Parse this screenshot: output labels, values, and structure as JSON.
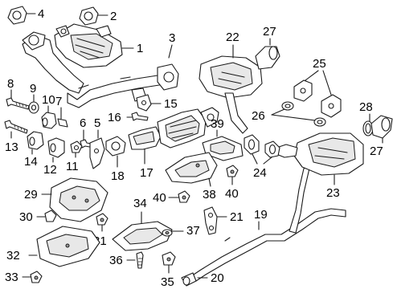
{
  "callouts": {
    "c1": "1",
    "c2": "2",
    "c3": "3",
    "c4": "4",
    "c5": "5",
    "c6": "6",
    "c7": "7",
    "c8": "8",
    "c9": "9",
    "c10": "10",
    "c11": "11",
    "c12": "12",
    "c13": "13",
    "c14": "14",
    "c15": "15",
    "c16": "16",
    "c17": "17",
    "c18": "18",
    "c19": "19",
    "c20": "20",
    "c21": "21",
    "c22": "22",
    "c23": "23",
    "c24": "24",
    "c25": "25",
    "c26": "26",
    "c27a": "27",
    "c27b": "27",
    "c28": "28",
    "c29": "29",
    "c30": "30",
    "c31": "31",
    "c32": "32",
    "c33": "33",
    "c34": "34",
    "c35": "35",
    "c36": "36",
    "c37": "37",
    "c38": "38",
    "c39": "39",
    "c40a": "40",
    "c40b": "40"
  }
}
